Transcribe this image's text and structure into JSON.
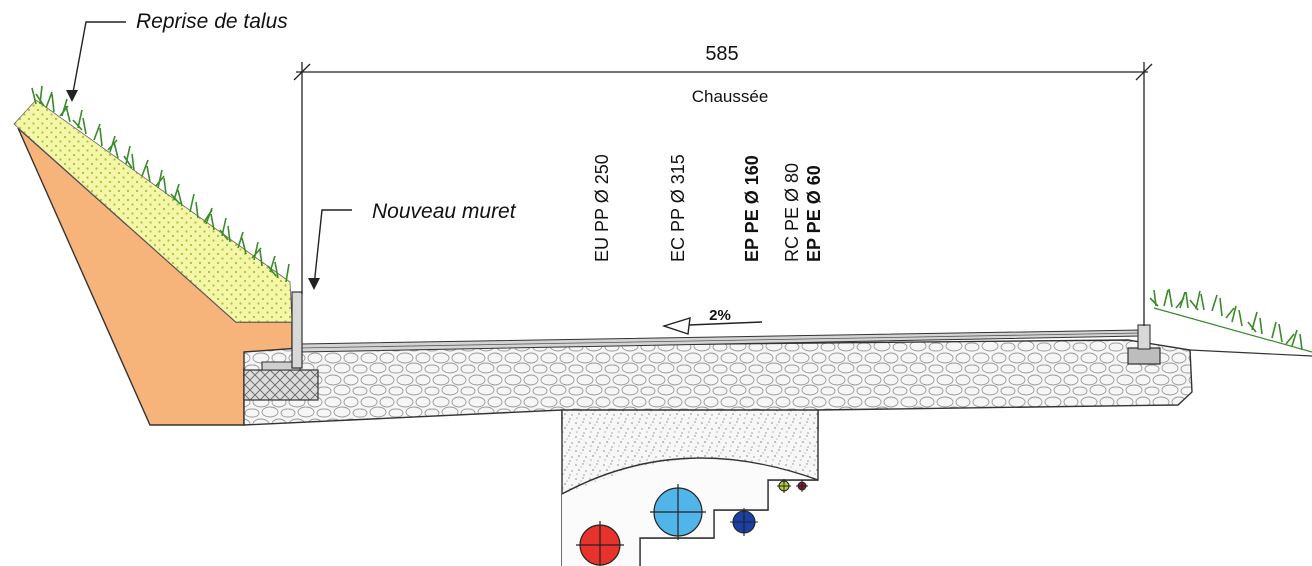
{
  "labels": {
    "talus": "Reprise de talus",
    "muret": "Nouveau muret",
    "dimension": "585",
    "chaussee": "Chaussée",
    "slope": "2%"
  },
  "pipes": [
    {
      "text": "EU PP Ø 250",
      "color": "#e8322c",
      "weight": "normal"
    },
    {
      "text": "EC PP Ø 315",
      "color": "#52b5ea",
      "weight": "normal"
    },
    {
      "text": "EP PE Ø 160",
      "color": "#1b3fa3",
      "weight": "bold"
    },
    {
      "text": "RC PE Ø 80",
      "color": "#b6d13c",
      "weight": "normal"
    },
    {
      "text": "EP PE Ø 60",
      "color": "#8a1c2b",
      "weight": "bold"
    }
  ],
  "colors": {
    "embankment": "#f6b47a",
    "grass": "#3a8a2a",
    "topsoil": "#f4f7a8",
    "gravel_fill": "#f4f4f4",
    "concrete": "#ececec",
    "line": "#222222"
  }
}
